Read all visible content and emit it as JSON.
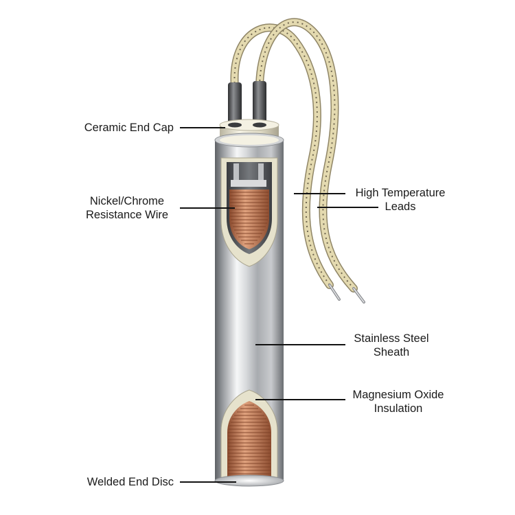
{
  "diagram": {
    "labels": {
      "ceramic_end_cap": "Ceramic End Cap",
      "resistance_wire_line1": "Nickel/Chrome",
      "resistance_wire_line2": "Resistance Wire",
      "leads_line1": "High Temperature",
      "leads_line2": "Leads",
      "sheath_line1": "Stainless Steel",
      "sheath_line2": "Sheath",
      "insulation_line1": "Magnesium Oxide",
      "insulation_line2": "Insulation",
      "end_disc": "Welded End Disc"
    },
    "colors": {
      "steel_dark": "#6f7276",
      "steel_light": "#f4f5f6",
      "copper": "#c9825f",
      "copper_dark": "#8a4a2e",
      "ceramic": "#e9e5d2",
      "lead_braid": "#ddd2a4",
      "leader_line": "#111111"
    }
  }
}
